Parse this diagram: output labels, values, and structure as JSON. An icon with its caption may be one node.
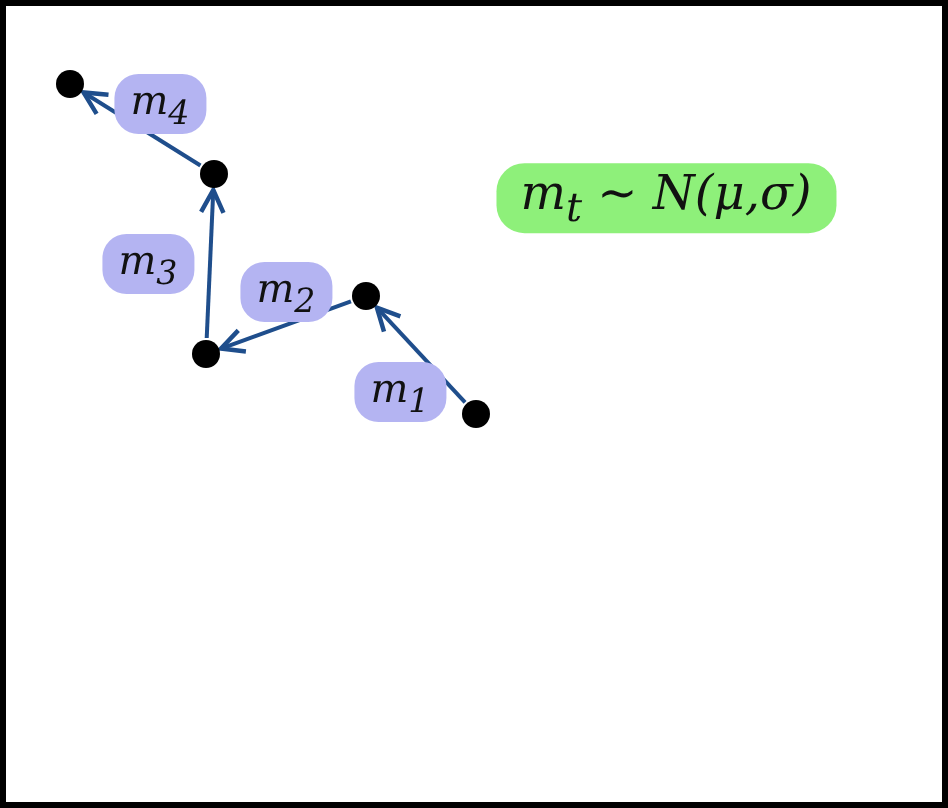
{
  "diagram": {
    "nodes": [
      {
        "text": [],
        "shape": "circle"
      },
      {
        "text": [],
        "shape": "circle"
      },
      {
        "text": [],
        "shape": "circle"
      },
      {
        "text": [],
        "shape": "circle"
      },
      {
        "text": [],
        "shape": "circle"
      }
    ],
    "edges": [
      {
        "from": 0,
        "to": 1,
        "arrow": "to",
        "label": "m$_{1}$"
      },
      {
        "from": 1,
        "to": 2,
        "arrow": "to",
        "label": "m$_{2}$"
      },
      {
        "from": 2,
        "to": 3,
        "arrow": "to",
        "label": "m$_{3}$"
      },
      {
        "from": 3,
        "to": 4,
        "arrow": "to",
        "label": "m$_{4}$"
      }
    ],
    "labels": [
      "m$_{t}$ ∼ N(μ,σ)"
    ]
  }
}
